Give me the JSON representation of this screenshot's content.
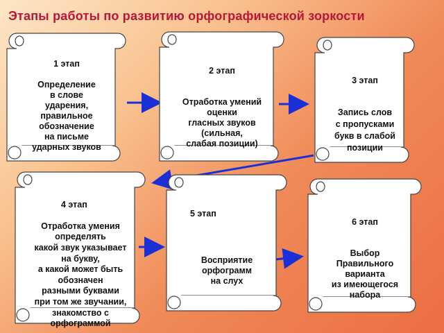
{
  "title": "Этапы работы по развитию орфографической зоркости",
  "accent_colors": {
    "title": "#b8163a",
    "arrow": "#1a2fd6",
    "scroll_fill": "#ffffff"
  },
  "stages": [
    {
      "label": "1 этап",
      "text": "Определение\nв слове\nударения,\nправильное\nобозначение\nна письме\nударных звуков"
    },
    {
      "label": "2 этап",
      "text": "Отработка умений\nоценки\nгласных звуков\n(сильная,\nслабая позиции)"
    },
    {
      "label": "3 этап",
      "text": "Запись слов\nс пропусками\nбукв в слабой\nпозиции"
    },
    {
      "label": "4 этап",
      "text": "Отработка умения\nопределять\nкакой звук указывает\nна букву,\nа какой может быть\nобозначен\nразными буквами\nпри том же звучании,\nзнакомство с\nорфограммой"
    },
    {
      "label": "5 этап",
      "text": "Восприятие\nорфограмм\nна слух"
    },
    {
      "label": "6 этап",
      "text": "Выбор\nПравильного\nварианта\nиз имеющегося\nнабора"
    }
  ]
}
